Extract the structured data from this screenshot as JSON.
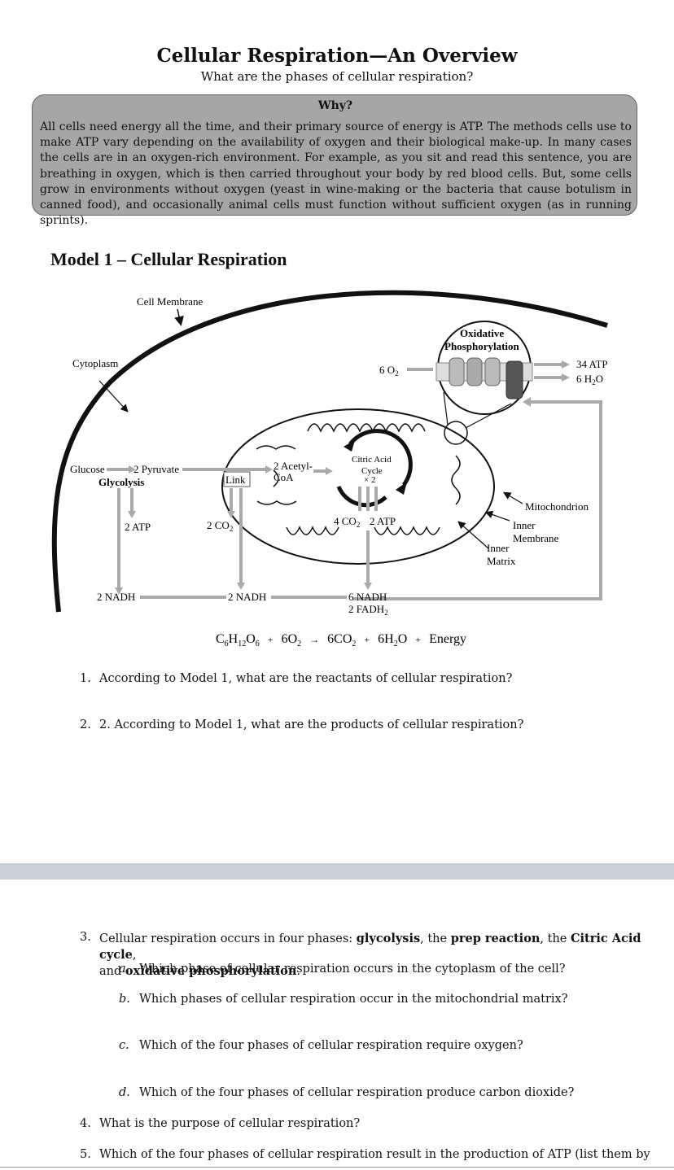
{
  "header": {
    "title": "Cellular Respiration—An Overview",
    "subtitle": "What are the phases of cellular respiration?"
  },
  "why": {
    "heading": "Why?",
    "text": "All cells need energy all the time, and their primary source of energy is ATP. The methods cells use to make ATP vary depending on the availability of oxygen and their biological make-up. In many cases the cells are in an oxygen-rich environment. For example, as you sit and read this sentence, you are breathing in oxygen, which is then carried throughout your body by red blood cells. But, some cells grow in environments without oxygen (yeast in wine-making or the bacteria that cause botulism in canned food), and occasionally animal cells must function without sufficient oxygen (as in running sprints)."
  },
  "model": {
    "title": "Model 1 – Cellular Respiration",
    "labels": {
      "cell_membrane": "Cell Membrane",
      "cytoplasm": "Cytoplasm",
      "oxidative_1": "Oxidative",
      "oxidative_2": "Phosphorylation",
      "o2_in": "6 O",
      "atp_out": "34 ATP",
      "h2o_out": "6 H",
      "h2o_out_end": "O",
      "glucose": "Glucose",
      "pyruvate": "2 Pyruvate",
      "glycolysis": "Glycolysis",
      "link": "Link",
      "acetyl_1": "2 Acetyl-",
      "acetyl_2": "CoA",
      "citric_1": "Citric Acid",
      "citric_2": "Cycle",
      "citric_3": "× 2",
      "mitochondrion": "Mitochondrion",
      "inner_membrane_1": "Inner",
      "inner_membrane_2": "Membrane",
      "inner_matrix_1": "Inner",
      "inner_matrix_2": "Matrix",
      "glyco_atp": "2 ATP",
      "link_co2": "2 CO",
      "krebs_co2": "4 CO",
      "krebs_atp": "2 ATP",
      "nadh_1": "2 NADH",
      "nadh_2": "2 NADH",
      "nadh_3": "6 NADH",
      "fadh": "2 FADH",
      "sub2": "2"
    },
    "equation": {
      "c": "C",
      "c_sub": "6",
      "h": "H",
      "h_sub": "12",
      "o": "O",
      "o_sub": "6",
      "plus1": "+",
      "o2": "6O",
      "o2_sub": "2",
      "arrow": "→",
      "co2": "6CO",
      "co2_sub": "2",
      "plus2": "+",
      "h2o": "6H",
      "h2o_sub": "2",
      "h2o_end": "O",
      "plus3": "+",
      "energy": "Energy"
    }
  },
  "questions": {
    "q1_num": "1.",
    "q1": "According to Model 1, what are the reactants of cellular respiration?",
    "q2_num": "2.",
    "q2": "2. According to Model 1, what are the products of cellular respiration?",
    "q3_num": "3.",
    "q3_a": "Cellular respiration occurs in four phases: ",
    "q3_b": "glycolysis",
    "q3_c": ", the ",
    "q3_d": "prep reaction",
    "q3_e": ", the ",
    "q3_f": "Citric Acid cycle",
    "q3_g": ",",
    "q3_h": "and ",
    "q3_i": "oxidative phosphorylation",
    "q3_j": ".",
    "sub_a_letter": "a.",
    "sub_a": "Which phase of cellular respiration occurs in the cytoplasm of the cell?",
    "sub_b_letter": "b.",
    "sub_b": "Which phases of cellular respiration occur in the mitochondrial matrix?",
    "sub_c_letter": "c.",
    "sub_c": "Which of the four phases of cellular respiration require oxygen?",
    "sub_d_letter": "d.",
    "sub_d": "Which of the four phases of cellular respiration produce carbon dioxide?",
    "q4_num": "4.",
    "q4": "What is the purpose of cellular respiration?",
    "q5_num": "5.",
    "q5": "Which of the four phases of cellular respiration result in the production of ATP (list them by"
  }
}
